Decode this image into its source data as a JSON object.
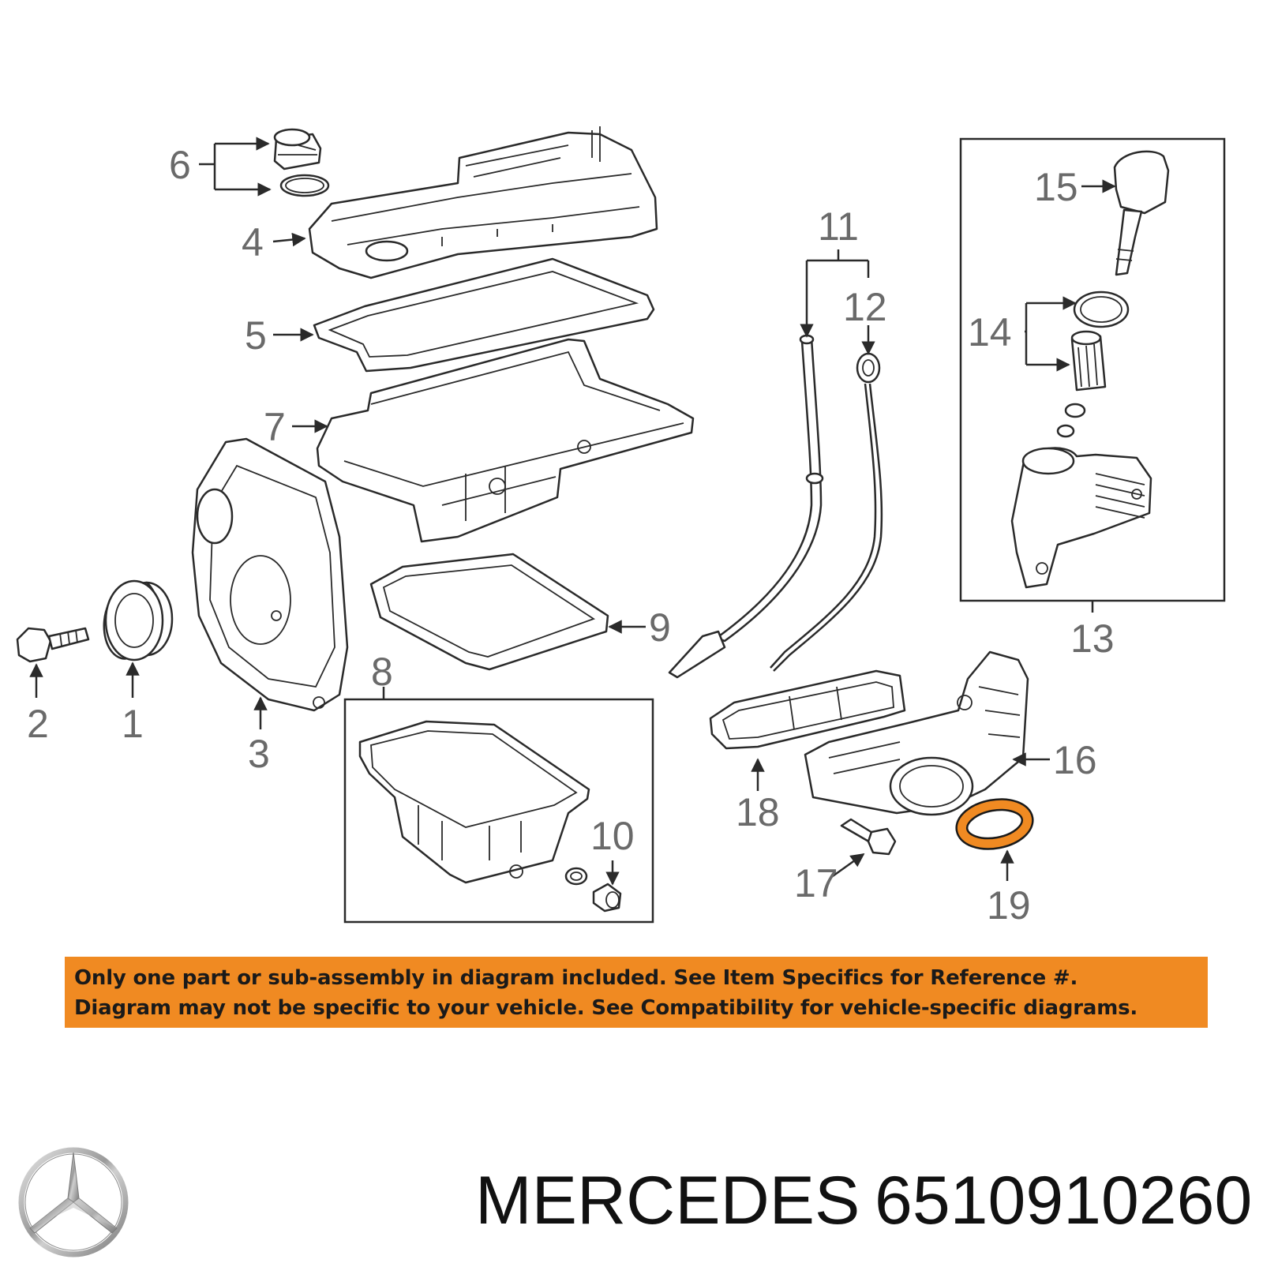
{
  "callouts": {
    "c1": "1",
    "c2": "2",
    "c3": "3",
    "c4": "4",
    "c5": "5",
    "c6": "6",
    "c7": "7",
    "c8": "8",
    "c9": "9",
    "c10": "10",
    "c11": "11",
    "c12": "12",
    "c13": "13",
    "c14": "14",
    "c15": "15",
    "c16": "16",
    "c17": "17",
    "c18": "18",
    "c19": "19"
  },
  "banner": {
    "line1": "Only one part or sub-assembly in diagram included. See Item Specifics for Reference #.",
    "line2": "Diagram may not be specific to your vehicle. See Compatibility for vehicle-specific diagrams.",
    "color": "#f08a22"
  },
  "footer": {
    "brand": "MERCEDES",
    "part_number": "6510910260"
  },
  "highlight_color": "#f08a22",
  "logo_icon": "three-pointed-star-icon"
}
